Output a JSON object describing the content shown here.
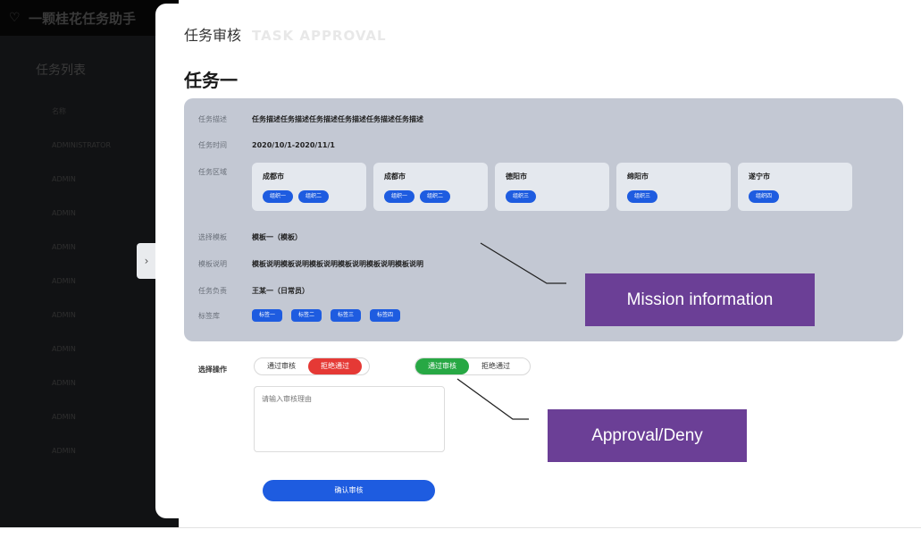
{
  "background_app": {
    "title": "一颗桂花任务助手",
    "section": "任务列表",
    "list": [
      "名称",
      "ADMINISTRATOR",
      "ADMIN",
      "ADMIN",
      "ADMIN",
      "ADMIN",
      "ADMIN",
      "ADMIN",
      "ADMIN",
      "ADMIN",
      "ADMIN"
    ]
  },
  "header": {
    "title_zh": "任务审核",
    "title_en": "TASK APPROVAL"
  },
  "task": {
    "title": "任务一"
  },
  "info": {
    "desc_label": "任务描述",
    "desc_value": "任务描述任务描述任务描述任务描述任务描述任务描述",
    "time_label": "任务时间",
    "time_value": "2020/10/1-2020/11/1",
    "region_label": "任务区域",
    "cities": [
      {
        "name": "成都市",
        "chips": [
          "组织一",
          "组织二"
        ]
      },
      {
        "name": "成都市",
        "chips": [
          "组织一",
          "组织二"
        ]
      },
      {
        "name": "德阳市",
        "chips": [
          "组织三"
        ]
      },
      {
        "name": "绵阳市",
        "chips": [
          "组织三"
        ]
      },
      {
        "name": "遂宁市",
        "chips": [
          "组织四"
        ]
      }
    ],
    "template_label": "选择模板",
    "template_value": "模板一（模板）",
    "template_desc_label": "模板说明",
    "template_desc_value": "模板说明模板说明模板说明模板说明模板说明模板说明",
    "owner_label": "任务负责",
    "owner_value": "王某一（日常员）",
    "tags_label": "标签库",
    "tags": [
      "标签一",
      "标签二",
      "标签三",
      "标签四"
    ]
  },
  "ops": {
    "label": "选择操作",
    "seg1": {
      "left": "通过审核",
      "right": "拒绝通过"
    },
    "seg2": {
      "left": "通过审核",
      "right": "拒绝通过"
    },
    "textarea_placeholder": "请输入审核理由",
    "confirm_label": "确认审核"
  },
  "annotations": {
    "mission": "Mission information",
    "approval": "Approval/Deny",
    "color": "#6b3f96"
  }
}
